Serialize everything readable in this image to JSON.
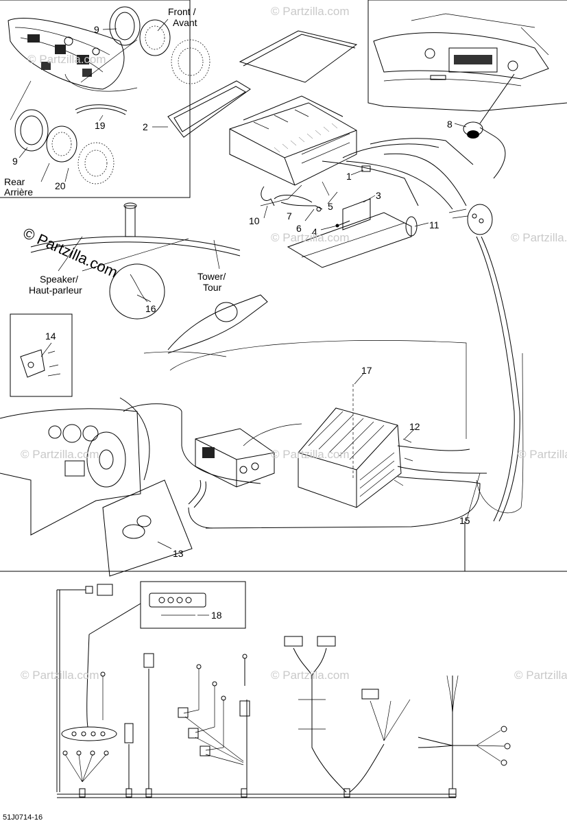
{
  "watermark": {
    "main": "© Partzilla.com",
    "repeat": "© Partzilla.com"
  },
  "figure_code": "51J0714-16",
  "labels": {
    "front": "Front /",
    "avant": "Avant",
    "rear": "Rear",
    "arriere": "Arrière",
    "speaker": "Speaker/",
    "haut_parleur": "Haut-parleur",
    "tower": "Tower/",
    "tour": "Tour"
  },
  "callouts": {
    "c1": "1",
    "c2": "2",
    "c3": "3",
    "c4": "4",
    "c5": "5",
    "c6": "6",
    "c7": "7",
    "c8": "8",
    "c9a": "9",
    "c9b": "9",
    "c10": "10",
    "c11": "11",
    "c12": "12",
    "c13": "13",
    "c14": "14",
    "c15": "15",
    "c16": "16",
    "c17": "17",
    "c18": "18",
    "c19": "19",
    "c20": "20"
  }
}
